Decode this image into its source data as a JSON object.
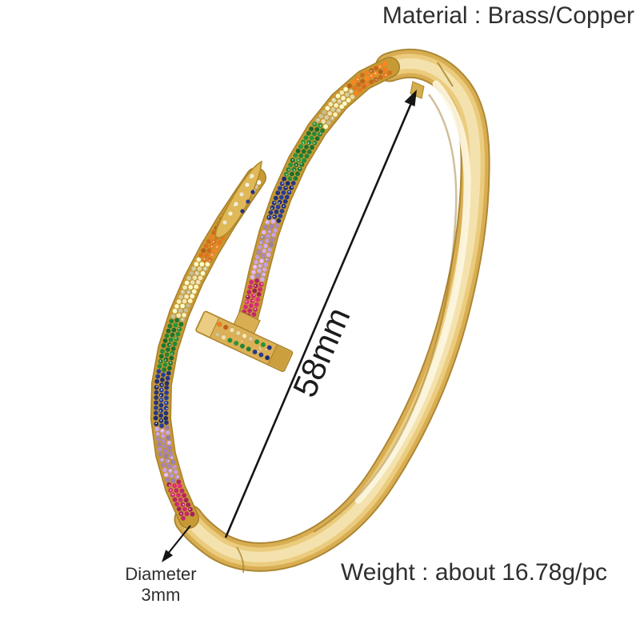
{
  "annotations": {
    "material_label": "Material : Brass/Copper",
    "weight_label": "Weight : about 16.78g/pc",
    "inner_diameter_label": "58mm",
    "wire_diameter_label_line1": "Diameter",
    "wire_diameter_label_line2": "3mm"
  },
  "colors": {
    "background": "#ffffff",
    "annotation_text": "#2f2f2f",
    "arrow": "#151515",
    "gold_edge": "#a8812a",
    "gold_base": "#d9ad52",
    "gold_mid": "#eccd81",
    "gold_light": "#f6e7ba",
    "gold_highlight": "#fdf7e2",
    "gems": {
      "orange": "#e0701c",
      "champagne": "#eadfae",
      "green": "#1e7f33",
      "navy": "#233483",
      "lavender": "#b995d2",
      "magenta": "#c2256b",
      "white": "#f2ecdc"
    }
  }
}
